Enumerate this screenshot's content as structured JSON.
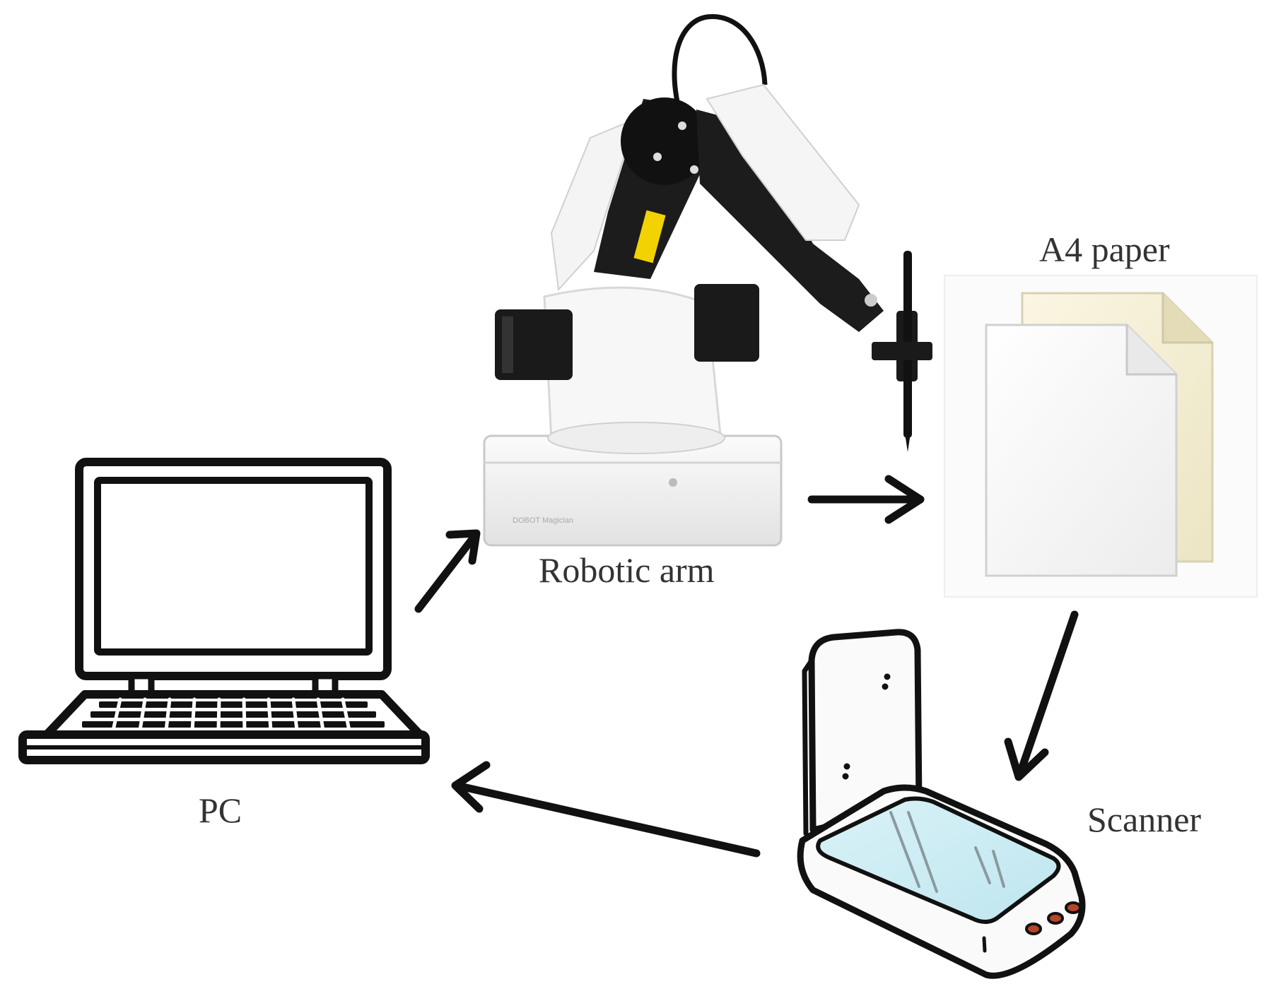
{
  "diagram": {
    "nodes": [
      {
        "id": "pc",
        "label": "PC",
        "icon": "laptop-icon"
      },
      {
        "id": "robotic_arm",
        "label": "Robotic arm",
        "icon": "robotic-arm-icon"
      },
      {
        "id": "a4_paper",
        "label": "A4 paper",
        "icon": "paper-sheets-icon"
      },
      {
        "id": "scanner",
        "label": "Scanner",
        "icon": "scanner-icon"
      }
    ],
    "edges": [
      {
        "from": "pc",
        "to": "robotic_arm"
      },
      {
        "from": "robotic_arm",
        "to": "a4_paper"
      },
      {
        "from": "a4_paper",
        "to": "scanner"
      },
      {
        "from": "scanner",
        "to": "pc"
      }
    ]
  }
}
